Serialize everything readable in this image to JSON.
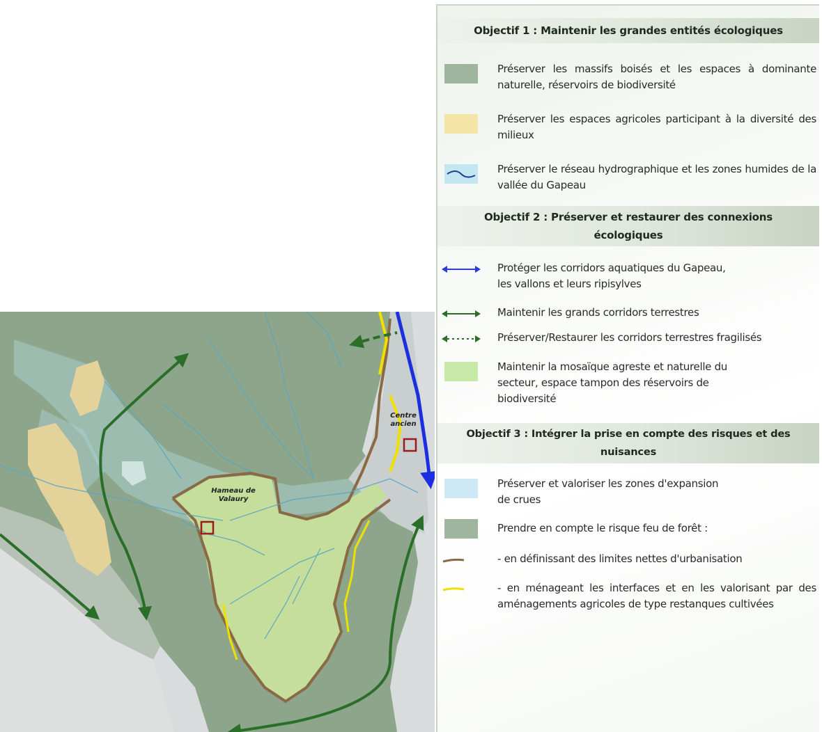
{
  "map": {
    "labels": {
      "hameau_line1": "Hameau de",
      "hameau_line2": "Valaury",
      "centre_line1": "Centre",
      "centre_line2": "ancien"
    }
  },
  "legend": {
    "objectif1": {
      "title": "Objectif 1 : Maintenir les grandes entités écologiques",
      "items": [
        {
          "text": "Préserver les massifs boisés et les espaces à dominante naturelle, réservoirs de biodiversité",
          "color": "#9fb59e"
        },
        {
          "text": "Préserver les espaces agricoles participant à la diversité des milieux",
          "color": "#f4e4a6"
        },
        {
          "text": "Préserver le réseau hydrographique et les zones humides de la vallée du Gapeau",
          "color": "#c4e6f2"
        }
      ]
    },
    "objectif2": {
      "title_line1": "Objectif 2 : Préserver et restaurer des connexions",
      "title_line2": "écologiques",
      "items": [
        {
          "text_line1": "Protéger les corridors aquatiques du Gapeau,",
          "text_line2": "les vallons et leurs ripisylves",
          "color": "#2b3cd6"
        },
        {
          "text": "Maintenir les grands corridors terrestres",
          "color": "#2a6e2a"
        },
        {
          "text": "Préserver/Restaurer les corridors terrestres fragilisés",
          "color": "#2a6e2a"
        },
        {
          "text_line1": "Maintenir la mosaïque agreste et naturelle du",
          "text_line2": "secteur, espace tampon des réservoirs de",
          "text_line3": "biodiversité",
          "color": "#c8eaa8"
        }
      ]
    },
    "objectif3": {
      "title_line1": "Objectif 3 : Intégrer la prise en compte des risques et des",
      "title_line2": "nuisances",
      "items": [
        {
          "text_line1": "Préserver et valoriser les zones d'expansion",
          "text_line2": "de crues",
          "color": "#cde9f5"
        },
        {
          "text": "Prendre en compte le risque feu de forêt :",
          "color": "#9fb59e"
        },
        {
          "text": "- en définissant des limites nettes d'urbanisation",
          "color": "#8a6a45"
        },
        {
          "text": "- en ménageant les interfaces et en les valorisant par des aménagements agricoles de type restanques cultivées",
          "color": "#f0e000"
        }
      ]
    }
  }
}
